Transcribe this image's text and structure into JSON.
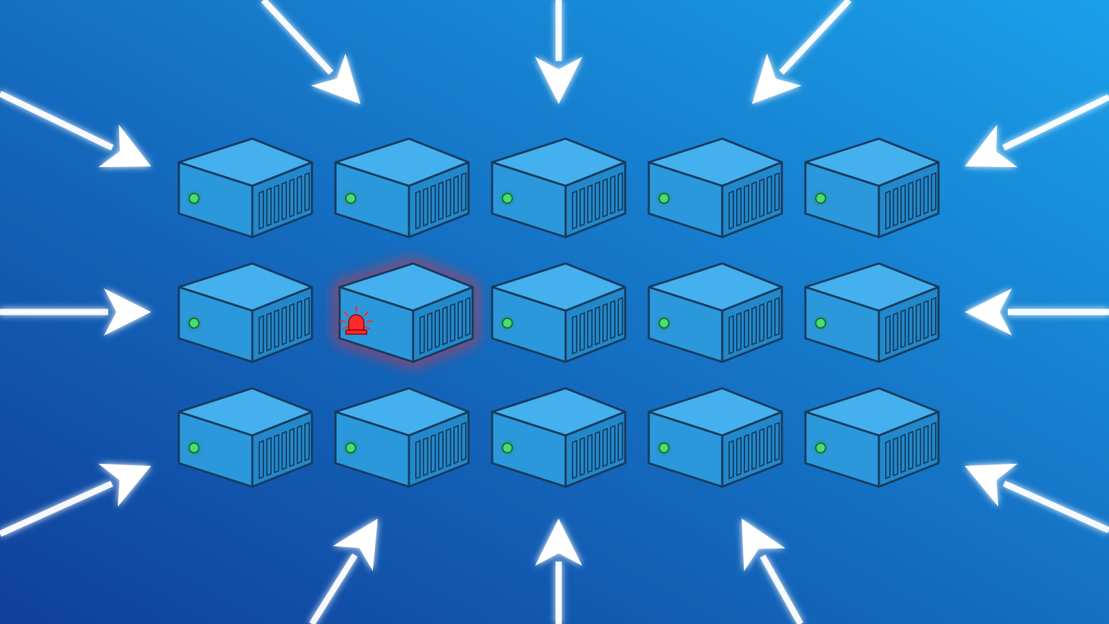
{
  "scene": {
    "description_free": true,
    "colors": {
      "bg_dark": "#0f3f9a",
      "bg_light": "#1aa0ea",
      "server_top": "#45b0ee",
      "server_front": "#2b98db",
      "server_side": "#2288cb",
      "server_outline": "#163a5c",
      "led_ok": "#44e070",
      "alarm": "#ff2a2a",
      "arrow": "#ffffff"
    },
    "grid": {
      "rows": 3,
      "cols": 5
    },
    "servers": [
      {
        "status": "ok",
        "icon": "led-icon"
      },
      {
        "status": "ok",
        "icon": "led-icon"
      },
      {
        "status": "ok",
        "icon": "led-icon"
      },
      {
        "status": "ok",
        "icon": "led-icon"
      },
      {
        "status": "ok",
        "icon": "led-icon"
      },
      {
        "status": "ok",
        "icon": "led-icon"
      },
      {
        "status": "alert",
        "icon": "siren-icon"
      },
      {
        "status": "ok",
        "icon": "led-icon"
      },
      {
        "status": "ok",
        "icon": "led-icon"
      },
      {
        "status": "ok",
        "icon": "led-icon"
      },
      {
        "status": "ok",
        "icon": "led-icon"
      },
      {
        "status": "ok",
        "icon": "led-icon"
      },
      {
        "status": "ok",
        "icon": "led-icon"
      },
      {
        "status": "ok",
        "icon": "led-icon"
      },
      {
        "status": "ok",
        "icon": "led-icon"
      }
    ],
    "arrows": [
      {
        "direction": "from-top-left",
        "icon": "arrow-icon"
      },
      {
        "direction": "from-top",
        "icon": "arrow-icon"
      },
      {
        "direction": "from-top-right",
        "icon": "arrow-icon"
      },
      {
        "direction": "from-upper-left",
        "icon": "arrow-icon"
      },
      {
        "direction": "from-upper-right",
        "icon": "arrow-icon"
      },
      {
        "direction": "from-left",
        "icon": "arrow-icon"
      },
      {
        "direction": "from-right",
        "icon": "arrow-icon"
      },
      {
        "direction": "from-lower-left",
        "icon": "arrow-icon"
      },
      {
        "direction": "from-lower-right",
        "icon": "arrow-icon"
      },
      {
        "direction": "from-bottom-left",
        "icon": "arrow-icon"
      },
      {
        "direction": "from-bottom",
        "icon": "arrow-icon"
      },
      {
        "direction": "from-bottom-right",
        "icon": "arrow-icon"
      }
    ]
  }
}
